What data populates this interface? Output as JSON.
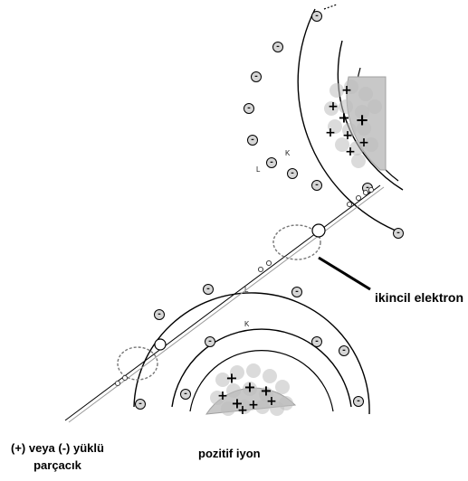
{
  "labels": {
    "secondary_electron": "ikincil elektron",
    "particle_line1": "(+) veya (-) yüklü",
    "particle_line2": "parçacık",
    "positive_ion": "pozitif iyon"
  },
  "upper_atom": {
    "shell_letters": [
      "K",
      "L"
    ],
    "nucleus_mark": "+",
    "electron_mark": "-"
  },
  "lower_atom": {
    "shell_letters": [
      "L",
      "K"
    ],
    "nucleus_mark": "+",
    "electron_mark": "-"
  },
  "colors": {
    "line": "#000000",
    "nucleus": "#c8c8c8",
    "electron_fill": "#d6d6d6",
    "text": "#000000"
  }
}
